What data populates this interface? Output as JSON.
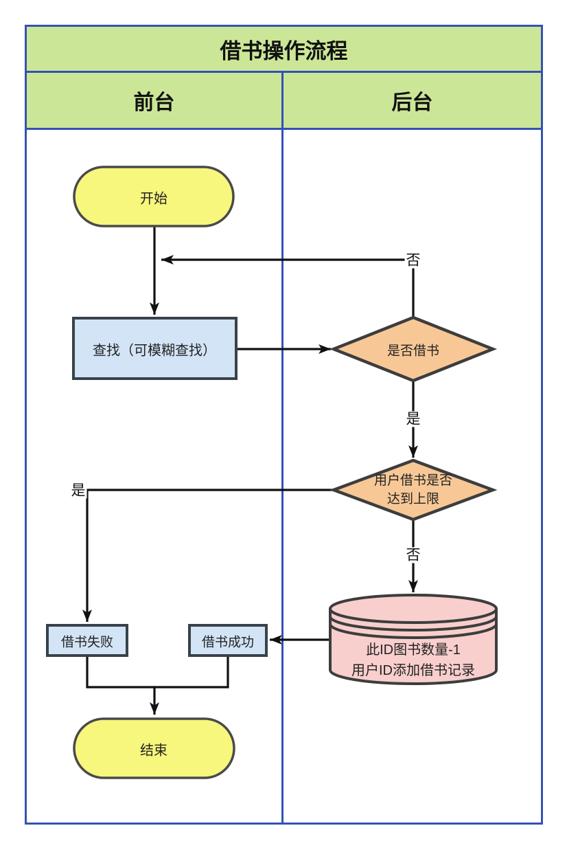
{
  "diagram": {
    "title": "借书操作流程",
    "lanes": {
      "left": "前台",
      "right": "后台"
    },
    "nodes": {
      "start": "开始",
      "search": "查找（可模糊查找）",
      "decision_borrow": "是否借书",
      "decision_limit": "用户借书是否\n达到上限",
      "database": "此ID图书数量-1\n用户ID添加借书记录",
      "fail": "借书失败",
      "success": "借书成功",
      "end": "结束"
    },
    "edge_labels": {
      "borrow_no": "否",
      "borrow_yes": "是",
      "limit_yes": "是",
      "limit_no": "否"
    },
    "colors": {
      "lane_border": "#3452b4",
      "lane_header_fill": "#cce698",
      "terminator_fill": "#f7f67d",
      "process_fill": "#d2e4f6",
      "decision_fill": "#f7c896",
      "database_fill": "#f8cfcd",
      "shape_border": "#3d4349",
      "arrow": "#111111"
    }
  }
}
